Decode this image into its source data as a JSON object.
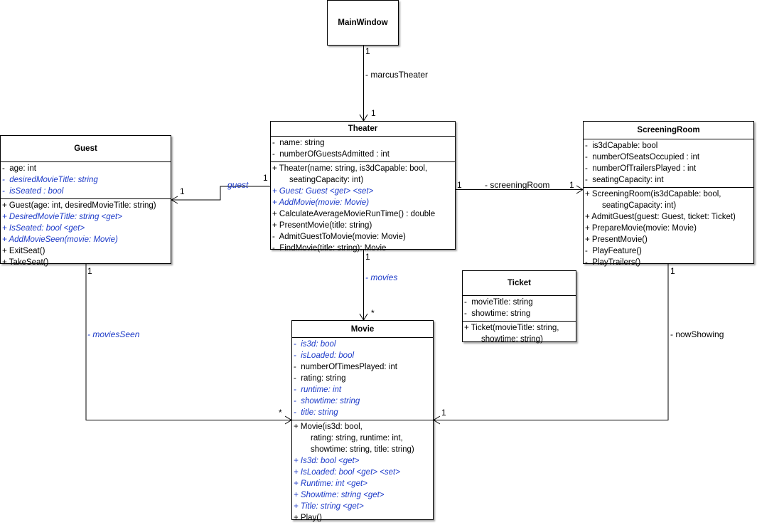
{
  "colors": {
    "line": "#000000",
    "italic_blue": "#1c3ac8",
    "box_fill": "#ffffff"
  },
  "main_window": {
    "name": "MainWindow"
  },
  "theater": {
    "name": "Theater",
    "attributes": [
      {
        "text": "-  name: string",
        "style": "plain",
        "cont": false
      },
      {
        "text": "-  numberOfGuestsAdmitted : int",
        "style": "plain",
        "cont": false
      }
    ],
    "operations": [
      {
        "text": "+ Theater(name: string, is3dCapable: bool,",
        "style": "plain",
        "cont": false
      },
      {
        "text": "seatingCapacity: int)",
        "style": "plain",
        "cont": true
      },
      {
        "text": "+ Guest: Guest <get> <set>",
        "style": "blue",
        "cont": false
      },
      {
        "text": "+ AddMovie(movie: Movie)",
        "style": "blue",
        "cont": false
      },
      {
        "text": "+ CalculateAverageMovieRunTime() : double",
        "style": "plain",
        "cont": false
      },
      {
        "text": "+ PresentMovie(title: string)",
        "style": "plain",
        "cont": false
      },
      {
        "text": "-  AdmitGuestToMovie(movie: Movie)",
        "style": "plain",
        "cont": false
      },
      {
        "text": "-  FindMovie(title: string): Movie",
        "style": "plain",
        "cont": false
      }
    ]
  },
  "guest": {
    "name": "Guest",
    "attributes": [
      {
        "text": "-  age: int",
        "style": "plain",
        "cont": false
      },
      {
        "text": "-  desiredMovieTitle: string",
        "style": "blue",
        "cont": false
      },
      {
        "text": "-  isSeated : bool",
        "style": "blue",
        "cont": false
      }
    ],
    "operations": [
      {
        "text": "+ Guest(age: int, desiredMovieTitle: string)",
        "style": "plain",
        "cont": false
      },
      {
        "text": "+ DesiredMovieTitle: string <get>",
        "style": "blue",
        "cont": false
      },
      {
        "text": "+ IsSeated: bool <get>",
        "style": "blue",
        "cont": false
      },
      {
        "text": "+ AddMovieSeen(movie: Movie)",
        "style": "blue",
        "cont": false
      },
      {
        "text": "+ ExitSeat()",
        "style": "plain",
        "cont": false
      },
      {
        "text": "+ TakeSeat()",
        "style": "plain",
        "cont": false
      }
    ]
  },
  "screening_room": {
    "name": "ScreeningRoom",
    "attributes": [
      {
        "text": "-  is3dCapable: bool",
        "style": "plain",
        "cont": false
      },
      {
        "text": "-  numberOfSeatsOccupied : int",
        "style": "plain",
        "cont": false
      },
      {
        "text": "-  numberOfTrailersPlayed : int",
        "style": "plain",
        "cont": false
      },
      {
        "text": "-  seatingCapacity: int",
        "style": "plain",
        "cont": false
      }
    ],
    "operations": [
      {
        "text": "+ ScreeningRoom(is3dCapable: bool,",
        "style": "plain",
        "cont": false
      },
      {
        "text": "seatingCapacity: int)",
        "style": "plain",
        "cont": true
      },
      {
        "text": "+ AdmitGuest(guest: Guest, ticket: Ticket)",
        "style": "plain",
        "cont": false
      },
      {
        "text": "+ PrepareMovie(movie: Movie)",
        "style": "plain",
        "cont": false
      },
      {
        "text": "+ PresentMovie()",
        "style": "plain",
        "cont": false
      },
      {
        "text": "-  PlayFeature()",
        "style": "plain",
        "cont": false
      },
      {
        "text": "-  PlayTrailers()",
        "style": "plain",
        "cont": false
      }
    ]
  },
  "ticket": {
    "name": "Ticket",
    "attributes": [
      {
        "text": "-  movieTitle: string",
        "style": "plain",
        "cont": false
      },
      {
        "text": "-  showtime: string",
        "style": "plain",
        "cont": false
      }
    ],
    "operations": [
      {
        "text": "+ Ticket(movieTitle: string,",
        "style": "plain",
        "cont": false
      },
      {
        "text": "showtime: string)",
        "style": "plain",
        "cont": true
      }
    ]
  },
  "movie": {
    "name": "Movie",
    "attributes": [
      {
        "text": "-  is3d: bool",
        "style": "blue",
        "cont": false
      },
      {
        "text": "-  isLoaded: bool",
        "style": "blue",
        "cont": false
      },
      {
        "text": "-  numberOfTimesPlayed: int",
        "style": "plain",
        "cont": false
      },
      {
        "text": "-  rating: string",
        "style": "plain",
        "cont": false
      },
      {
        "text": "-  runtime: int",
        "style": "blue",
        "cont": false
      },
      {
        "text": "-  showtime: string",
        "style": "blue",
        "cont": false
      },
      {
        "text": "-  title: string",
        "style": "blue",
        "cont": false
      }
    ],
    "operations": [
      {
        "text": "+ Movie(is3d: bool,",
        "style": "plain",
        "cont": false
      },
      {
        "text": "rating: string, runtime: int,",
        "style": "plain",
        "cont": true
      },
      {
        "text": "showtime: string, title: string)",
        "style": "plain",
        "cont": true
      },
      {
        "text": "+ Is3d: bool <get>",
        "style": "blue",
        "cont": false
      },
      {
        "text": "+ IsLoaded: bool <get> <set>",
        "style": "blue",
        "cont": false
      },
      {
        "text": "+ Runtime: int <get>",
        "style": "blue",
        "cont": false
      },
      {
        "text": "+ Showtime: string <get>",
        "style": "blue",
        "cont": false
      },
      {
        "text": "+ Title: string <get>",
        "style": "blue",
        "cont": false
      },
      {
        "text": "+ Play()",
        "style": "plain",
        "cont": false
      }
    ]
  },
  "associations": {
    "marcus_theater": {
      "role": "- marcusTheater",
      "source_mult": "1",
      "target_mult": "1"
    },
    "guest": {
      "role": "guest",
      "source_mult": "1",
      "target_mult": "1"
    },
    "screening_room": {
      "role": "- screeningRoom",
      "source_mult": "1",
      "target_mult": "1"
    },
    "movies": {
      "role": "- movies",
      "source_mult": "1",
      "target_mult": "*"
    },
    "movies_seen": {
      "role": "- moviesSeen",
      "source_mult": "1",
      "target_mult": "*"
    },
    "now_showing": {
      "role": "- nowShowing",
      "source_mult": "1",
      "target_mult": "1"
    }
  }
}
